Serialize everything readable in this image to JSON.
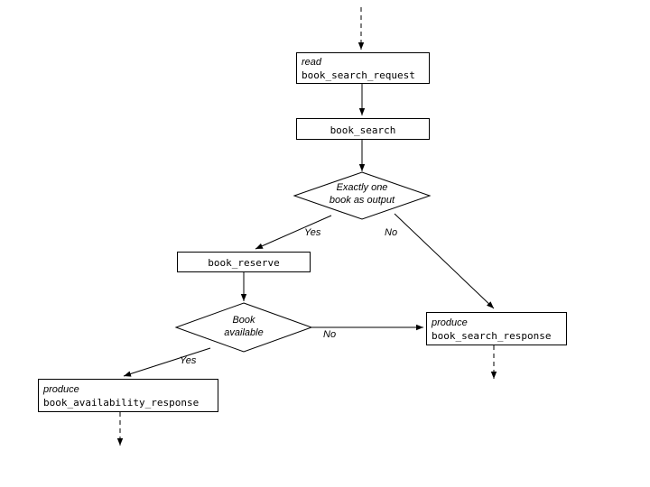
{
  "diagram": {
    "type": "flowchart",
    "background_color": "#ffffff",
    "stroke_color": "#000000",
    "nodes": [
      {
        "id": "read_request",
        "shape": "rectangle",
        "line1": "read",
        "line2": "book_search_request",
        "line1_style": "italic",
        "line2_style": "mono"
      },
      {
        "id": "book_search",
        "shape": "rectangle",
        "line1": "book_search",
        "line1_style": "mono"
      },
      {
        "id": "decision_one_book",
        "shape": "diamond",
        "line1": "Exactly one",
        "line2": "book as output",
        "line1_style": "italic",
        "line2_style": "italic"
      },
      {
        "id": "book_reserve",
        "shape": "rectangle",
        "line1": "book_reserve",
        "line1_style": "mono"
      },
      {
        "id": "decision_book_available",
        "shape": "diamond",
        "line1": "Book",
        "line2": "available",
        "line1_style": "italic",
        "line2_style": "italic"
      },
      {
        "id": "produce_availability",
        "shape": "rectangle",
        "line1": "produce",
        "line2": "book_availability_response",
        "line1_style": "italic",
        "line2_style": "mono"
      },
      {
        "id": "produce_search_response",
        "shape": "rectangle",
        "line1": "produce",
        "line2": "book_search_response",
        "line1_style": "italic",
        "line2_style": "mono"
      }
    ],
    "edge_labels": {
      "decision_one_book_yes": "Yes",
      "decision_one_book_no": "No",
      "book_available_yes": "Yes",
      "book_available_no": "No"
    }
  }
}
